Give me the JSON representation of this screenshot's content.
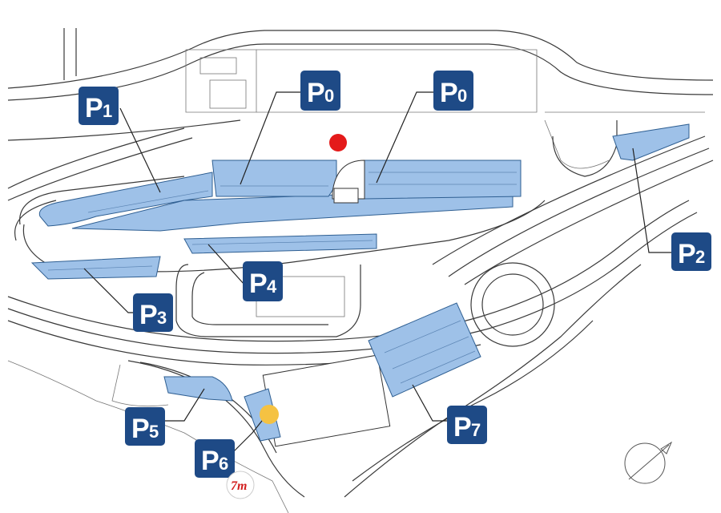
{
  "map": {
    "parking_labels": [
      {
        "id": "p0a",
        "letter": "P",
        "num": "0"
      },
      {
        "id": "p0b",
        "letter": "P",
        "num": "0"
      },
      {
        "id": "p1",
        "letter": "P",
        "num": "1"
      },
      {
        "id": "p2",
        "letter": "P",
        "num": "2"
      },
      {
        "id": "p3",
        "letter": "P",
        "num": "3"
      },
      {
        "id": "p4",
        "letter": "P",
        "num": "4"
      },
      {
        "id": "p5",
        "letter": "P",
        "num": "5"
      },
      {
        "id": "p6",
        "letter": "P",
        "num": "6"
      },
      {
        "id": "p7",
        "letter": "P",
        "num": "7"
      }
    ],
    "markers": {
      "red": "#e41a1a",
      "yellow": "#f5c242"
    },
    "colors": {
      "lot_fill": "#9ec1e8",
      "badge": "#1e4a86"
    },
    "logo": {
      "text": "7m"
    }
  }
}
